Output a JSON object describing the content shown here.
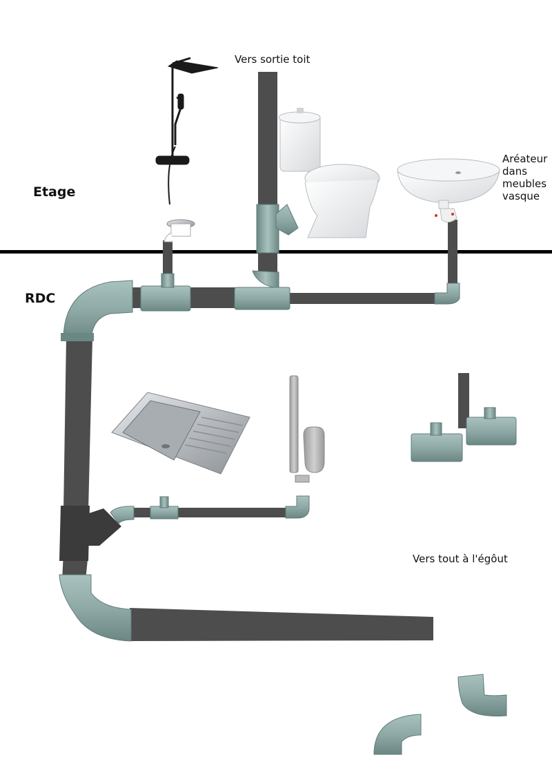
{
  "labels": {
    "etage": "Etage",
    "rdc": "RDC",
    "roof_exit": "Vers sortie toit",
    "aerator": "Aréateur\ndans\nmeubles\nvasque",
    "to_sewer": "Vers tout à l'égôut"
  },
  "colors": {
    "pipe": "#4d4d4d",
    "fitting": "#8fa9a6",
    "fitting_dark": "#5f7b78",
    "floor_line": "#000000"
  },
  "icons": [
    "shower-icon",
    "toilet-icon",
    "washbasin-icon",
    "kitchen-sink-icon",
    "siphon-icon",
    "shower-drain-icon"
  ]
}
